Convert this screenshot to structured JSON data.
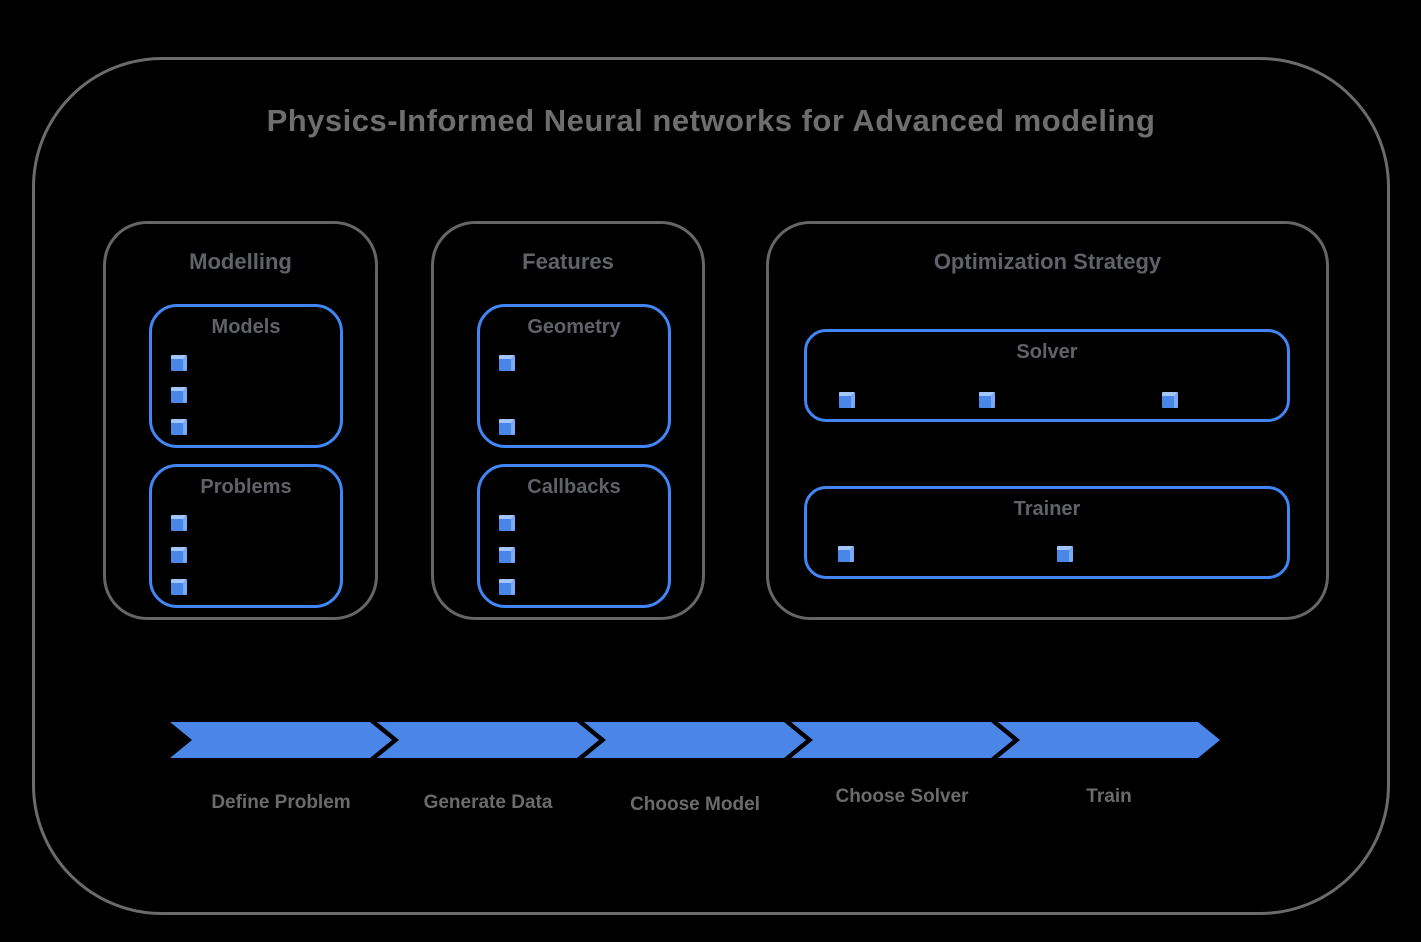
{
  "title": "Physics-Informed Neural networks for Advanced modeling",
  "groups": [
    {
      "label": "Modelling",
      "boxes": [
        {
          "label": "Models",
          "bullet_count": 3,
          "bullet_layout": "vertical"
        },
        {
          "label": "Problems",
          "bullet_count": 3,
          "bullet_layout": "vertical"
        }
      ]
    },
    {
      "label": "Features",
      "boxes": [
        {
          "label": "Geometry",
          "bullet_count": 2,
          "bullet_layout": "vertical"
        },
        {
          "label": "Callbacks",
          "bullet_count": 3,
          "bullet_layout": "vertical"
        }
      ]
    },
    {
      "label": "Optimization Strategy",
      "boxes": [
        {
          "label": "Solver",
          "bullet_count": 3,
          "bullet_layout": "horizontal"
        },
        {
          "label": "Trainer",
          "bullet_count": 2,
          "bullet_layout": "horizontal"
        }
      ]
    }
  ],
  "workflow_steps": [
    {
      "label": "Define Problem"
    },
    {
      "label": "Generate Data"
    },
    {
      "label": "Choose Model"
    },
    {
      "label": "Choose Solver"
    },
    {
      "label": "Train"
    }
  ],
  "icons": {
    "bullet": "cube-icon"
  },
  "colors": {
    "accent_blue": "#4a86e8",
    "box_border_blue": "#4285f4",
    "outline_gray": "#666666",
    "title_gray": "#6e6e6e"
  }
}
